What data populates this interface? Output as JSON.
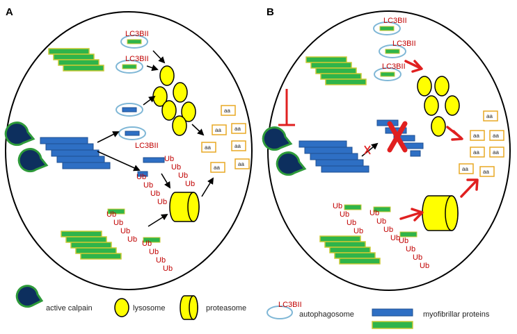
{
  "panels": {
    "a": {
      "label": "A",
      "lc3_labels": [
        "LC3BII",
        "LC3BII",
        "LC3BII"
      ],
      "ub_label": "Ub",
      "aa_label": "aa"
    },
    "b": {
      "label": "B",
      "lc3_labels": [
        "LC3BII",
        "LC3BII",
        "LC3BII"
      ],
      "ub_label": "Ub",
      "aa_label": "aa"
    }
  },
  "legend": {
    "calpain": "active calpain",
    "lysosome": "lysosome",
    "proteasome": "proteasome",
    "autophagosome_tag": "LC3BII",
    "autophagosome": "autophagosome",
    "myofibrillar": "myofibrillar proteins"
  },
  "colors": {
    "calpain_fill": "#0d2f5e",
    "calpain_stroke": "#2e9a3a",
    "blue_protein": "#2e6fc4",
    "blue_protein_stroke": "#1f4f90",
    "green_protein": "#2fb44a",
    "green_protein_stroke": "#c9c935",
    "lysosome": "#ffff00",
    "aa_box": "#e8a823",
    "autophagosome": "#7fb7d6",
    "red": "#e02020",
    "ub_red": "#c00000"
  }
}
